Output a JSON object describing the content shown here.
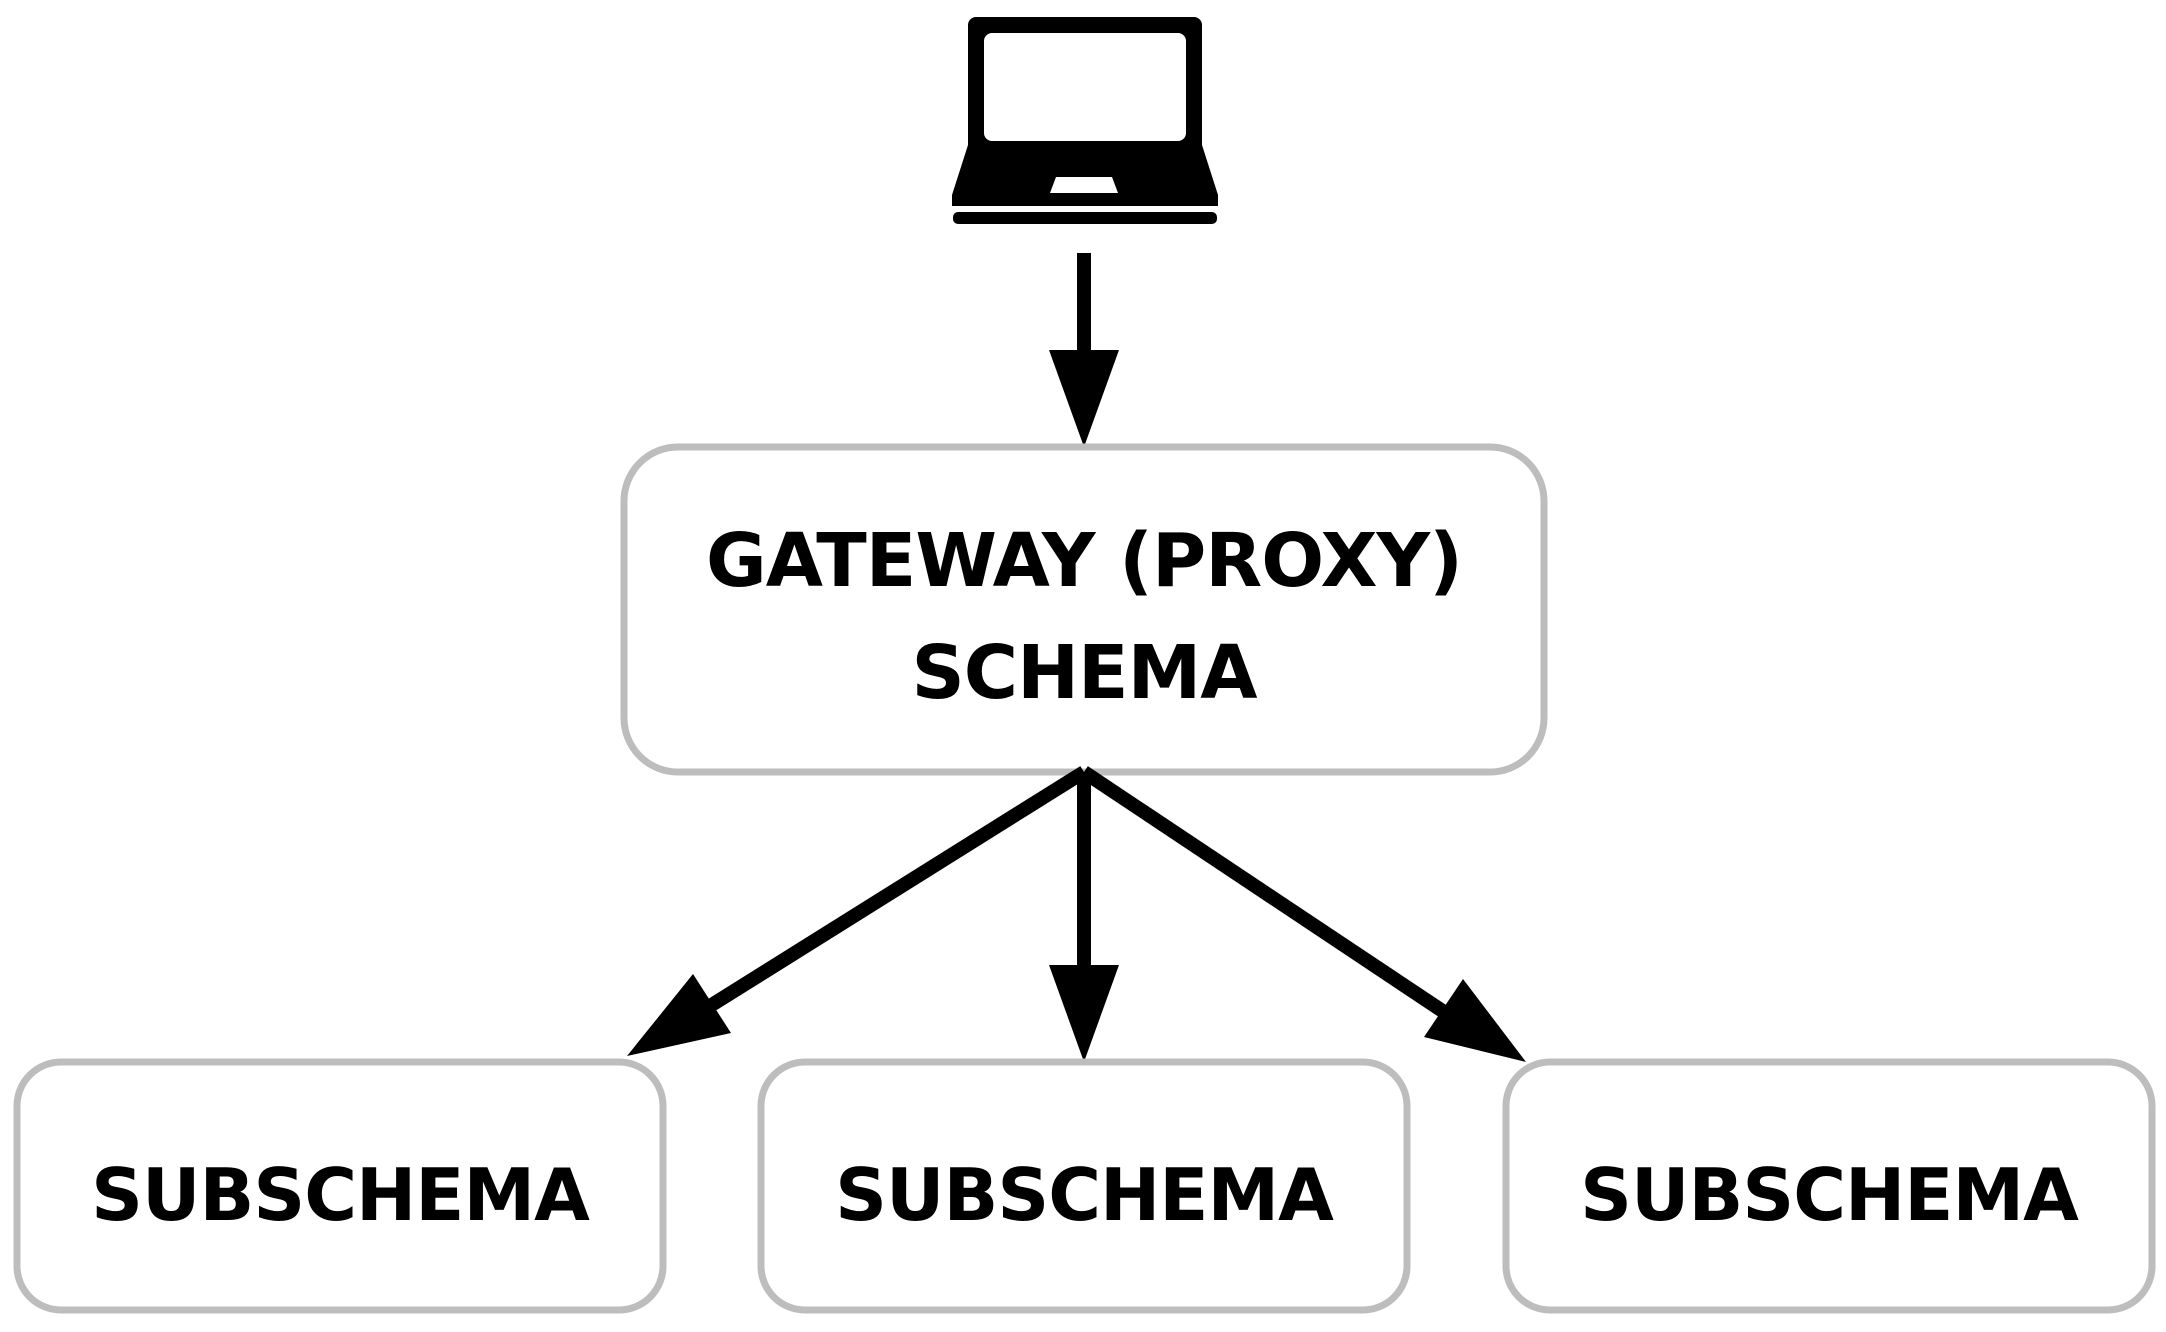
{
  "client": {
    "icon": "laptop-icon"
  },
  "gateway": {
    "line1": "GATEWAY (PROXY)",
    "line2": "SCHEMA"
  },
  "subschemas": [
    {
      "label": "SUBSCHEMA"
    },
    {
      "label": "SUBSCHEMA"
    },
    {
      "label": "SUBSCHEMA"
    }
  ],
  "colors": {
    "box_border": "#bdbdbd",
    "edge": "#000000",
    "text": "#000000",
    "background": "#ffffff"
  }
}
